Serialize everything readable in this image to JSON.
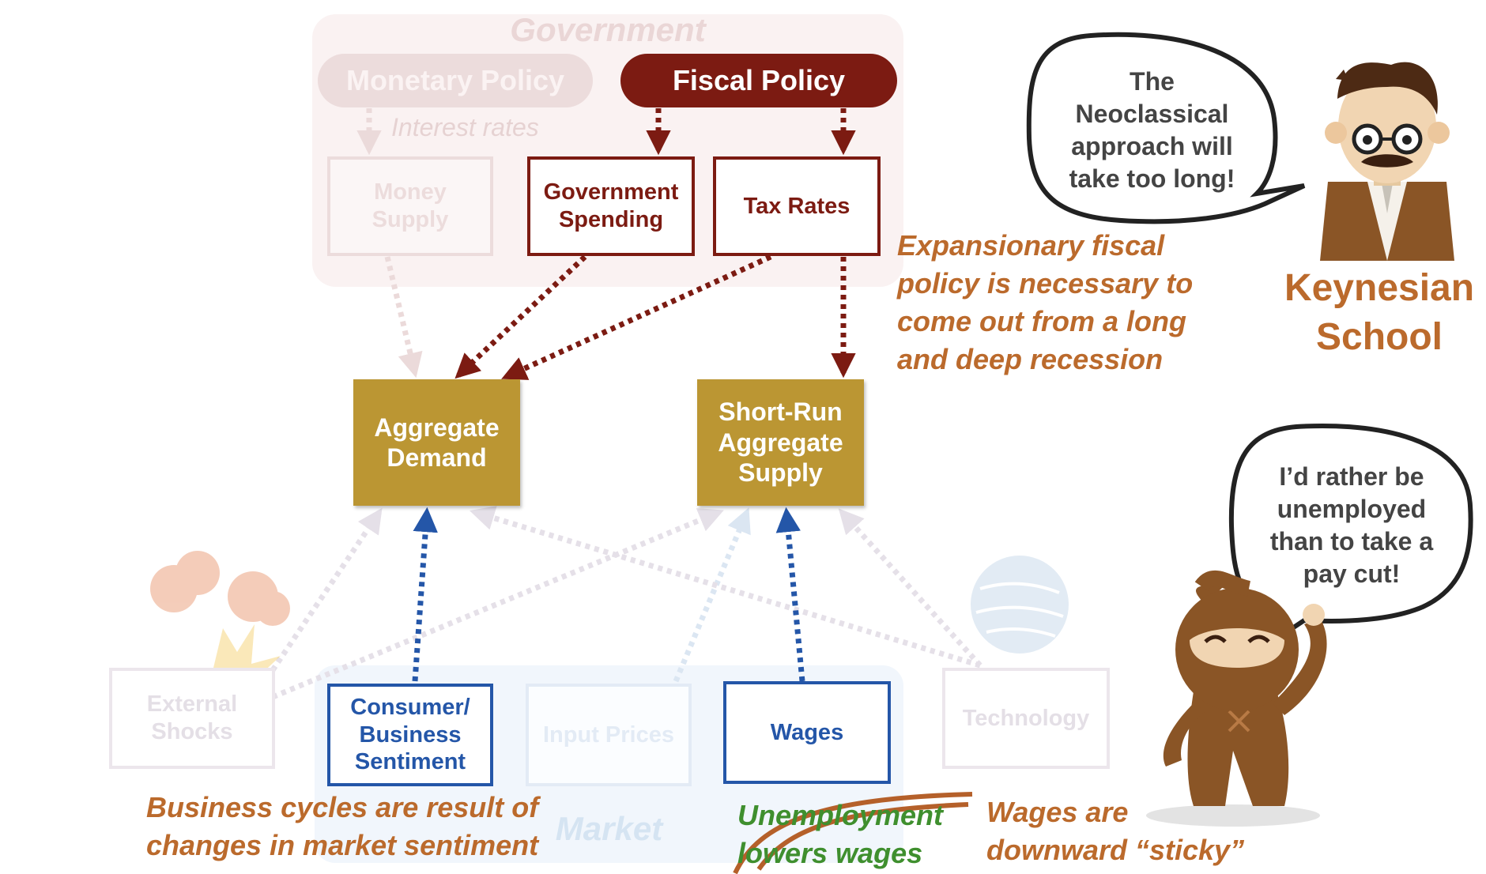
{
  "government": {
    "title": "Government"
  },
  "market": {
    "title": "Market"
  },
  "policies": {
    "monetary": "Monetary Policy",
    "fiscal": "Fiscal Policy"
  },
  "labels": {
    "interest_rates": "Interest rates"
  },
  "nodes": {
    "money_supply": "Money\nSupply",
    "gov_spending": "Government\nSpending",
    "tax_rates": "Tax Rates",
    "aggregate_demand": "Aggregate\nDemand",
    "sras": "Short-Run\nAggregate\nSupply",
    "external_shocks": "External\nShocks",
    "sentiment": "Consumer/\nBusiness\nSentiment",
    "input_prices": "Input Prices",
    "wages": "Wages",
    "technology": "Technology"
  },
  "notes": {
    "fiscal": "Expansionary fiscal\npolicy is necessary to\ncome out from a long\nand deep recession",
    "sentiment": "Business cycles are result of\nchanges in market sentiment",
    "unemployment": "Unemployment\nlowers wages",
    "sticky": "Wages are\ndownward “sticky”"
  },
  "characters": {
    "keynesian": {
      "name": "Keynesian\nSchool",
      "speech": "The\nNeoclassical\napproach will\ntake too long!"
    },
    "ninja": {
      "speech": "I’d rather be\nunemployed\nthan to take a\npay cut!"
    }
  },
  "colors": {
    "fiscal_red": "#7c1b12",
    "aggregate_gold": "#bb9633",
    "market_blue": "#2456a8",
    "note_orange": "#bb6a2c",
    "note_green": "#3f8f2e"
  }
}
